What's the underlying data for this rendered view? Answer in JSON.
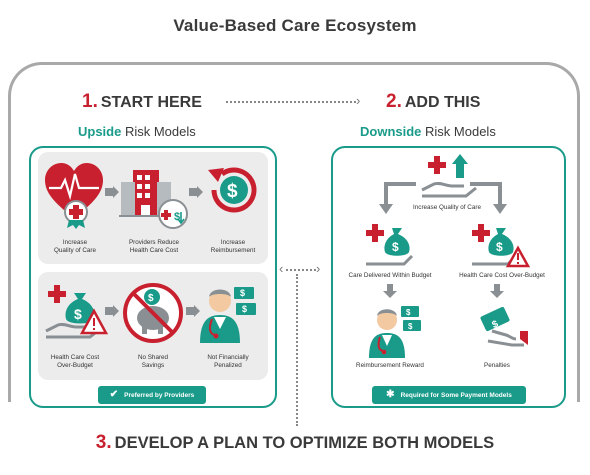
{
  "title": "Value-Based Care Ecosystem",
  "step1": {
    "num": "1.",
    "text": "START HERE"
  },
  "step2": {
    "num": "2.",
    "text": "ADD THIS"
  },
  "step3": {
    "num": "3.",
    "text": "DEVELOP A PLAN TO OPTIMIZE BOTH MODELS"
  },
  "upside": {
    "heading_bold": "Upside",
    "heading_rest": " Risk Models",
    "row1": [
      {
        "icon": "heart-plus-icon",
        "label": "Increase\nQuality of Care"
      },
      {
        "icon": "hospital-cost-icon",
        "label": "Providers Reduce\nHealth Care Cost"
      },
      {
        "icon": "dollar-cycle-icon",
        "label": "Increase\nReimbursement"
      }
    ],
    "row2": [
      {
        "icon": "moneybag-warning-icon",
        "label": "Health Care Cost\nOver-Budget"
      },
      {
        "icon": "no-piggy-bank-icon",
        "label": "No Shared\nSavings"
      },
      {
        "icon": "doctor-money-icon",
        "label": "Not Financially\nPenalized"
      }
    ],
    "badge": "Preferred by Providers"
  },
  "downside": {
    "heading_bold": "Downside",
    "heading_rest": " Risk Models",
    "top_label": "Increase Quality of Care",
    "left": {
      "label": "Care Delivered Within Budget",
      "result": "Reimbursement Reward"
    },
    "right": {
      "label": "Health Care Cost Over-Budget",
      "result": "Penalties"
    },
    "badge": "Required for Some Payment Models"
  },
  "colors": {
    "red": "#c8202f",
    "teal": "#1a9b8a",
    "gray": "#8a8f93"
  }
}
